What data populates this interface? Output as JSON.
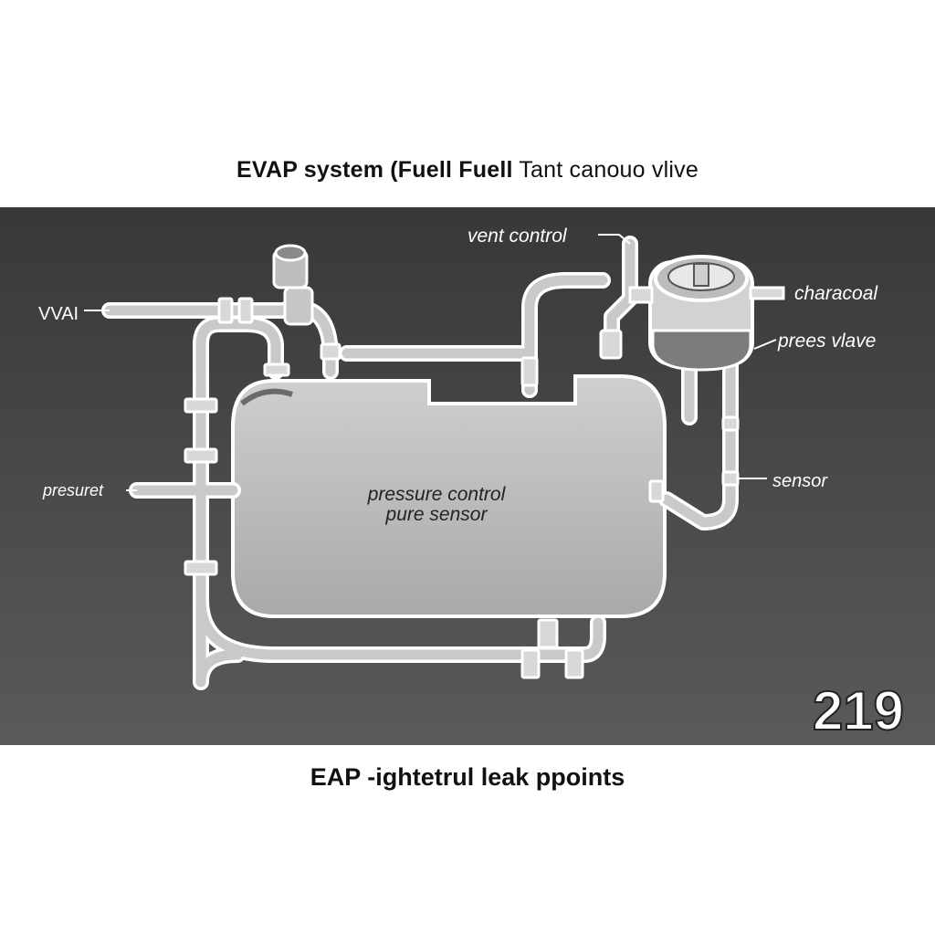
{
  "title": {
    "part1": "EVAP  system (Fuell Fuell",
    "part2": " Tant ",
    "part3": "canouo vlive"
  },
  "labels": {
    "vent_control": "vent control",
    "charcoal": "characoal",
    "prees_valve": "prees vlave",
    "sensor": "sensor",
    "pressure": "presuret",
    "left_tag": "VVAI",
    "tank_line1": "pressure control",
    "tank_line2": "pure sensor",
    "badge": "219"
  },
  "caption": "EAP -ightetrul leak ppoints",
  "colors": {
    "panel_top": "#3a3a3c",
    "panel_bottom": "#58585a",
    "tank_fill": "#b9b9bb",
    "pipe_fill": "#c9c9cb",
    "outline": "#ffffff"
  }
}
